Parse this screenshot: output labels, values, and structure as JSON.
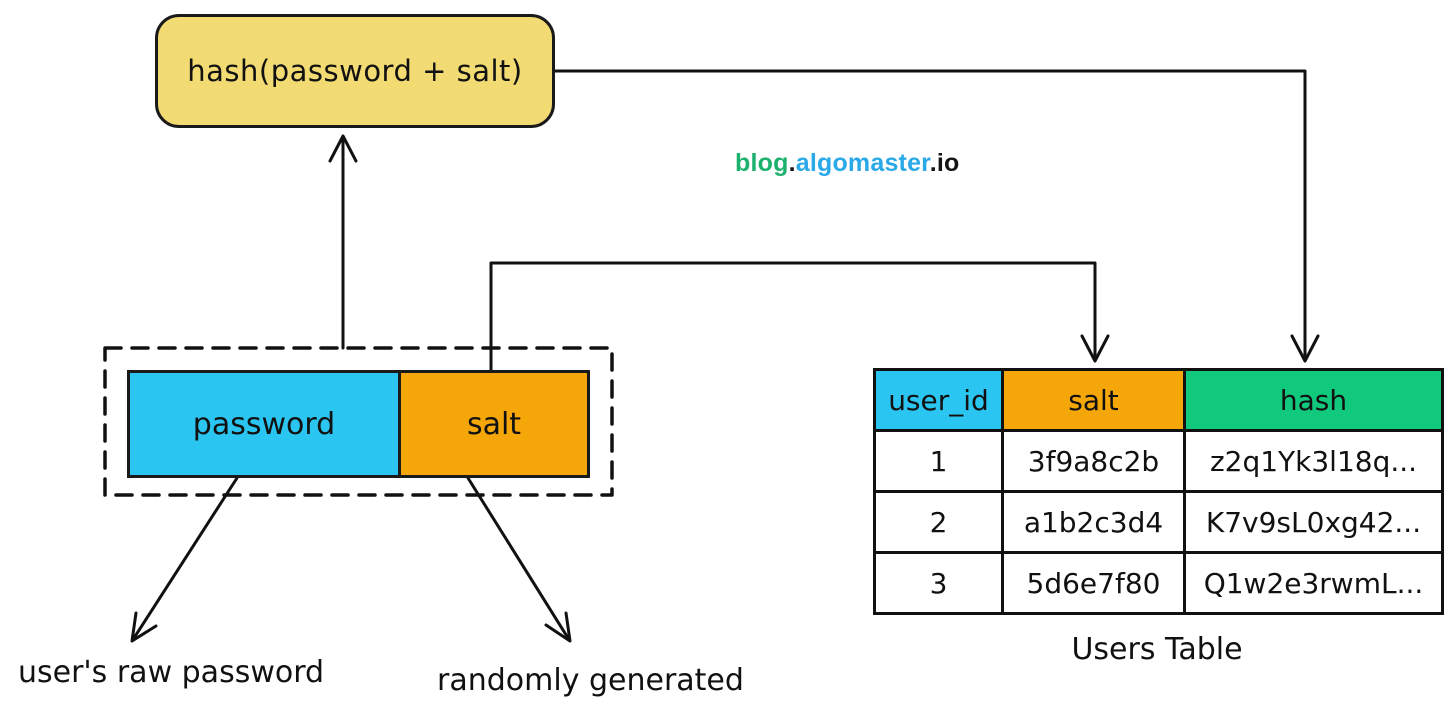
{
  "colors": {
    "hash_node_fill": "#F2DB72",
    "password_fill": "#2BC5F1",
    "salt_fill": "#F5A70A",
    "hash_column_fill": "#10C97D",
    "stroke": "#111111",
    "background": "#ffffff",
    "brand_green": "#1CB26D",
    "brand_blue": "#2AA9E8"
  },
  "hash_node": {
    "label": "hash(password + salt)"
  },
  "watermark": {
    "blog": "blog",
    "dot": ".",
    "site": "algomaster",
    "tld": ".io"
  },
  "input_group": {
    "password_label": "password",
    "salt_label": "salt"
  },
  "annotations": {
    "password_note": "user's raw password",
    "salt_note": "randomly generated"
  },
  "users_table": {
    "caption": "Users Table",
    "columns": [
      {
        "label": "user_id"
      },
      {
        "label": "salt"
      },
      {
        "label": "hash"
      }
    ],
    "rows": [
      [
        "1",
        "3f9a8c2b",
        "z2q1Yk3l18q..."
      ],
      [
        "2",
        "a1b2c3d4",
        "K7v9sL0xg42..."
      ],
      [
        "3",
        "5d6e7f80",
        "Q1w2e3rwmL..."
      ]
    ]
  }
}
